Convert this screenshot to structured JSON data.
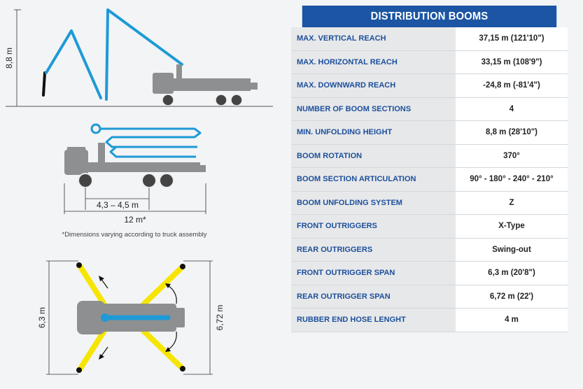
{
  "table": {
    "title": "DISTRIBUTION BOOMS",
    "rows": [
      {
        "label": "MAX. VERTICAL REACH",
        "value": "37,15 m (121'10\")"
      },
      {
        "label": "MAX. HORIZONTAL REACH",
        "value": "33,15 m (108'9\")"
      },
      {
        "label": "MAX. DOWNWARD REACH",
        "value": "-24,8 m (-81'4\")"
      },
      {
        "label": "NUMBER OF BOOM SECTIONS",
        "value": "4"
      },
      {
        "label": "MIN. UNFOLDING HEIGHT",
        "value": "8,8 m (28'10\")"
      },
      {
        "label": "BOOM ROTATION",
        "value": "370°"
      },
      {
        "label": "BOOM SECTION ARTICULATION",
        "value": "90° - 180° - 240° - 210°"
      },
      {
        "label": "BOOM UNFOLDING SYSTEM",
        "value": "Z"
      },
      {
        "label": "FRONT OUTRIGGERS",
        "value": "X-Type"
      },
      {
        "label": "REAR OUTRIGGERS",
        "value": "Swing-out"
      },
      {
        "label": "FRONT OUTRIGGER SPAN",
        "value": "6,3 m (20'8\")"
      },
      {
        "label": "REAR OUTRIGGER SPAN",
        "value": "6,72 m (22')"
      },
      {
        "label": "RUBBER END HOSE LENGHT",
        "value": "4 m"
      }
    ]
  },
  "diagram": {
    "unfold_height": "8,8 m",
    "axle_spacing": "4,3 – 4,5 m",
    "truck_length": "12 m*",
    "footnote": "*Dimensions varying according to truck assembly",
    "front_span": "6,3 m",
    "rear_span": "6,72 m"
  },
  "colors": {
    "header_blue": "#1b55a3",
    "label_blue": "#1c4f9b",
    "boom_blue": "#1e9ad6",
    "outrigger_yellow": "#f6e500",
    "truck_gray": "#8e8f91"
  }
}
